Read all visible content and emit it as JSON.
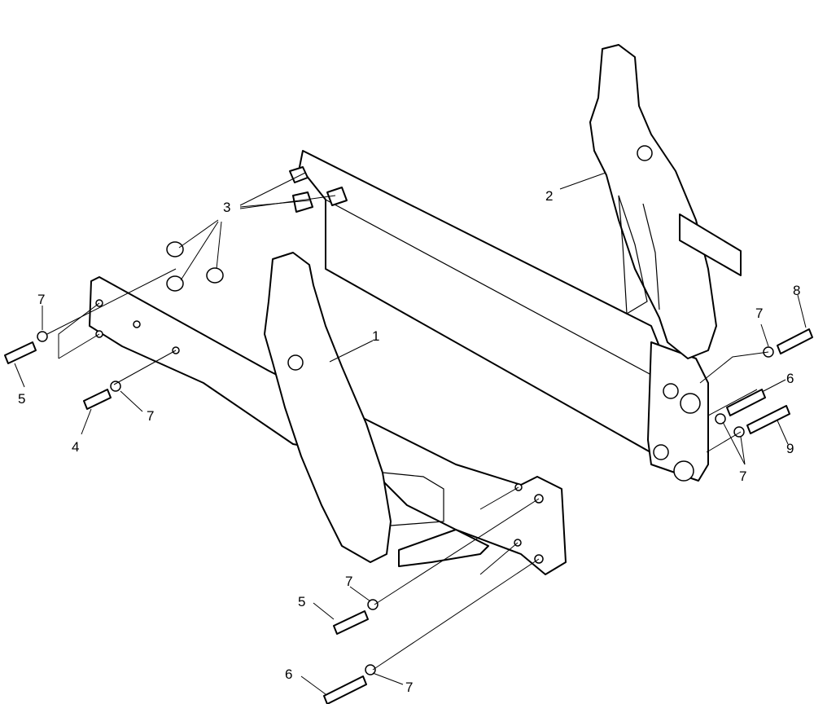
{
  "callouts": [
    {
      "id": "c1",
      "text": "1"
    },
    {
      "id": "c2",
      "text": "2"
    },
    {
      "id": "c3",
      "text": "3"
    },
    {
      "id": "c4",
      "text": "4"
    },
    {
      "id": "c5a",
      "text": "5"
    },
    {
      "id": "c5b",
      "text": "5"
    },
    {
      "id": "c6a",
      "text": "6"
    },
    {
      "id": "c6b",
      "text": "6"
    },
    {
      "id": "c7a",
      "text": "7"
    },
    {
      "id": "c7b",
      "text": "7"
    },
    {
      "id": "c7c",
      "text": "7"
    },
    {
      "id": "c7d",
      "text": "7"
    },
    {
      "id": "c7e",
      "text": "7"
    },
    {
      "id": "c7f",
      "text": "7"
    },
    {
      "id": "c8",
      "text": "8"
    },
    {
      "id": "c9",
      "text": "9"
    }
  ]
}
